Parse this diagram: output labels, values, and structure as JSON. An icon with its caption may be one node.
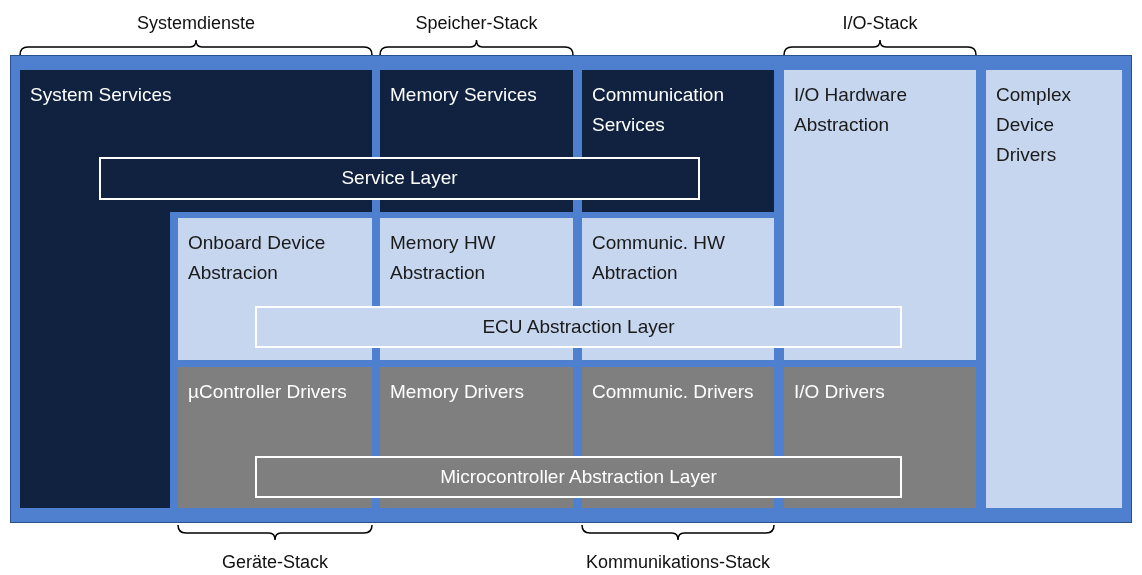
{
  "diagram": {
    "nodes": [
      {
        "text": [
          "System Services"
        ]
      },
      {
        "text": [
          "Memory Services"
        ]
      },
      {
        "text": [
          "Communication Services"
        ]
      },
      {
        "text": [
          "I/O Hardware Abstraction"
        ]
      },
      {
        "text": [
          "Complex Device Drivers"
        ]
      },
      {
        "text": [
          "Service Layer"
        ]
      },
      {
        "text": [
          "Onboard Device Abstracion"
        ]
      },
      {
        "text": [
          "Memory HW Abstraction"
        ]
      },
      {
        "text": [
          "Communic. HW Abtraction"
        ]
      },
      {
        "text": [
          "ECU Abstraction Layer"
        ]
      },
      {
        "text": [
          "µController Drivers"
        ]
      },
      {
        "text": [
          "Memory Drivers"
        ]
      },
      {
        "text": [
          "Communic. Drivers"
        ]
      },
      {
        "text": [
          "I/O Drivers"
        ]
      },
      {
        "text": [
          "Microcontroller Abstraction Layer"
        ]
      }
    ],
    "edges": [],
    "labels": [
      "Systemdienste",
      "Speicher-Stack",
      "I/O-Stack",
      "Geräte-Stack",
      "Kommunikations-Stack"
    ]
  }
}
